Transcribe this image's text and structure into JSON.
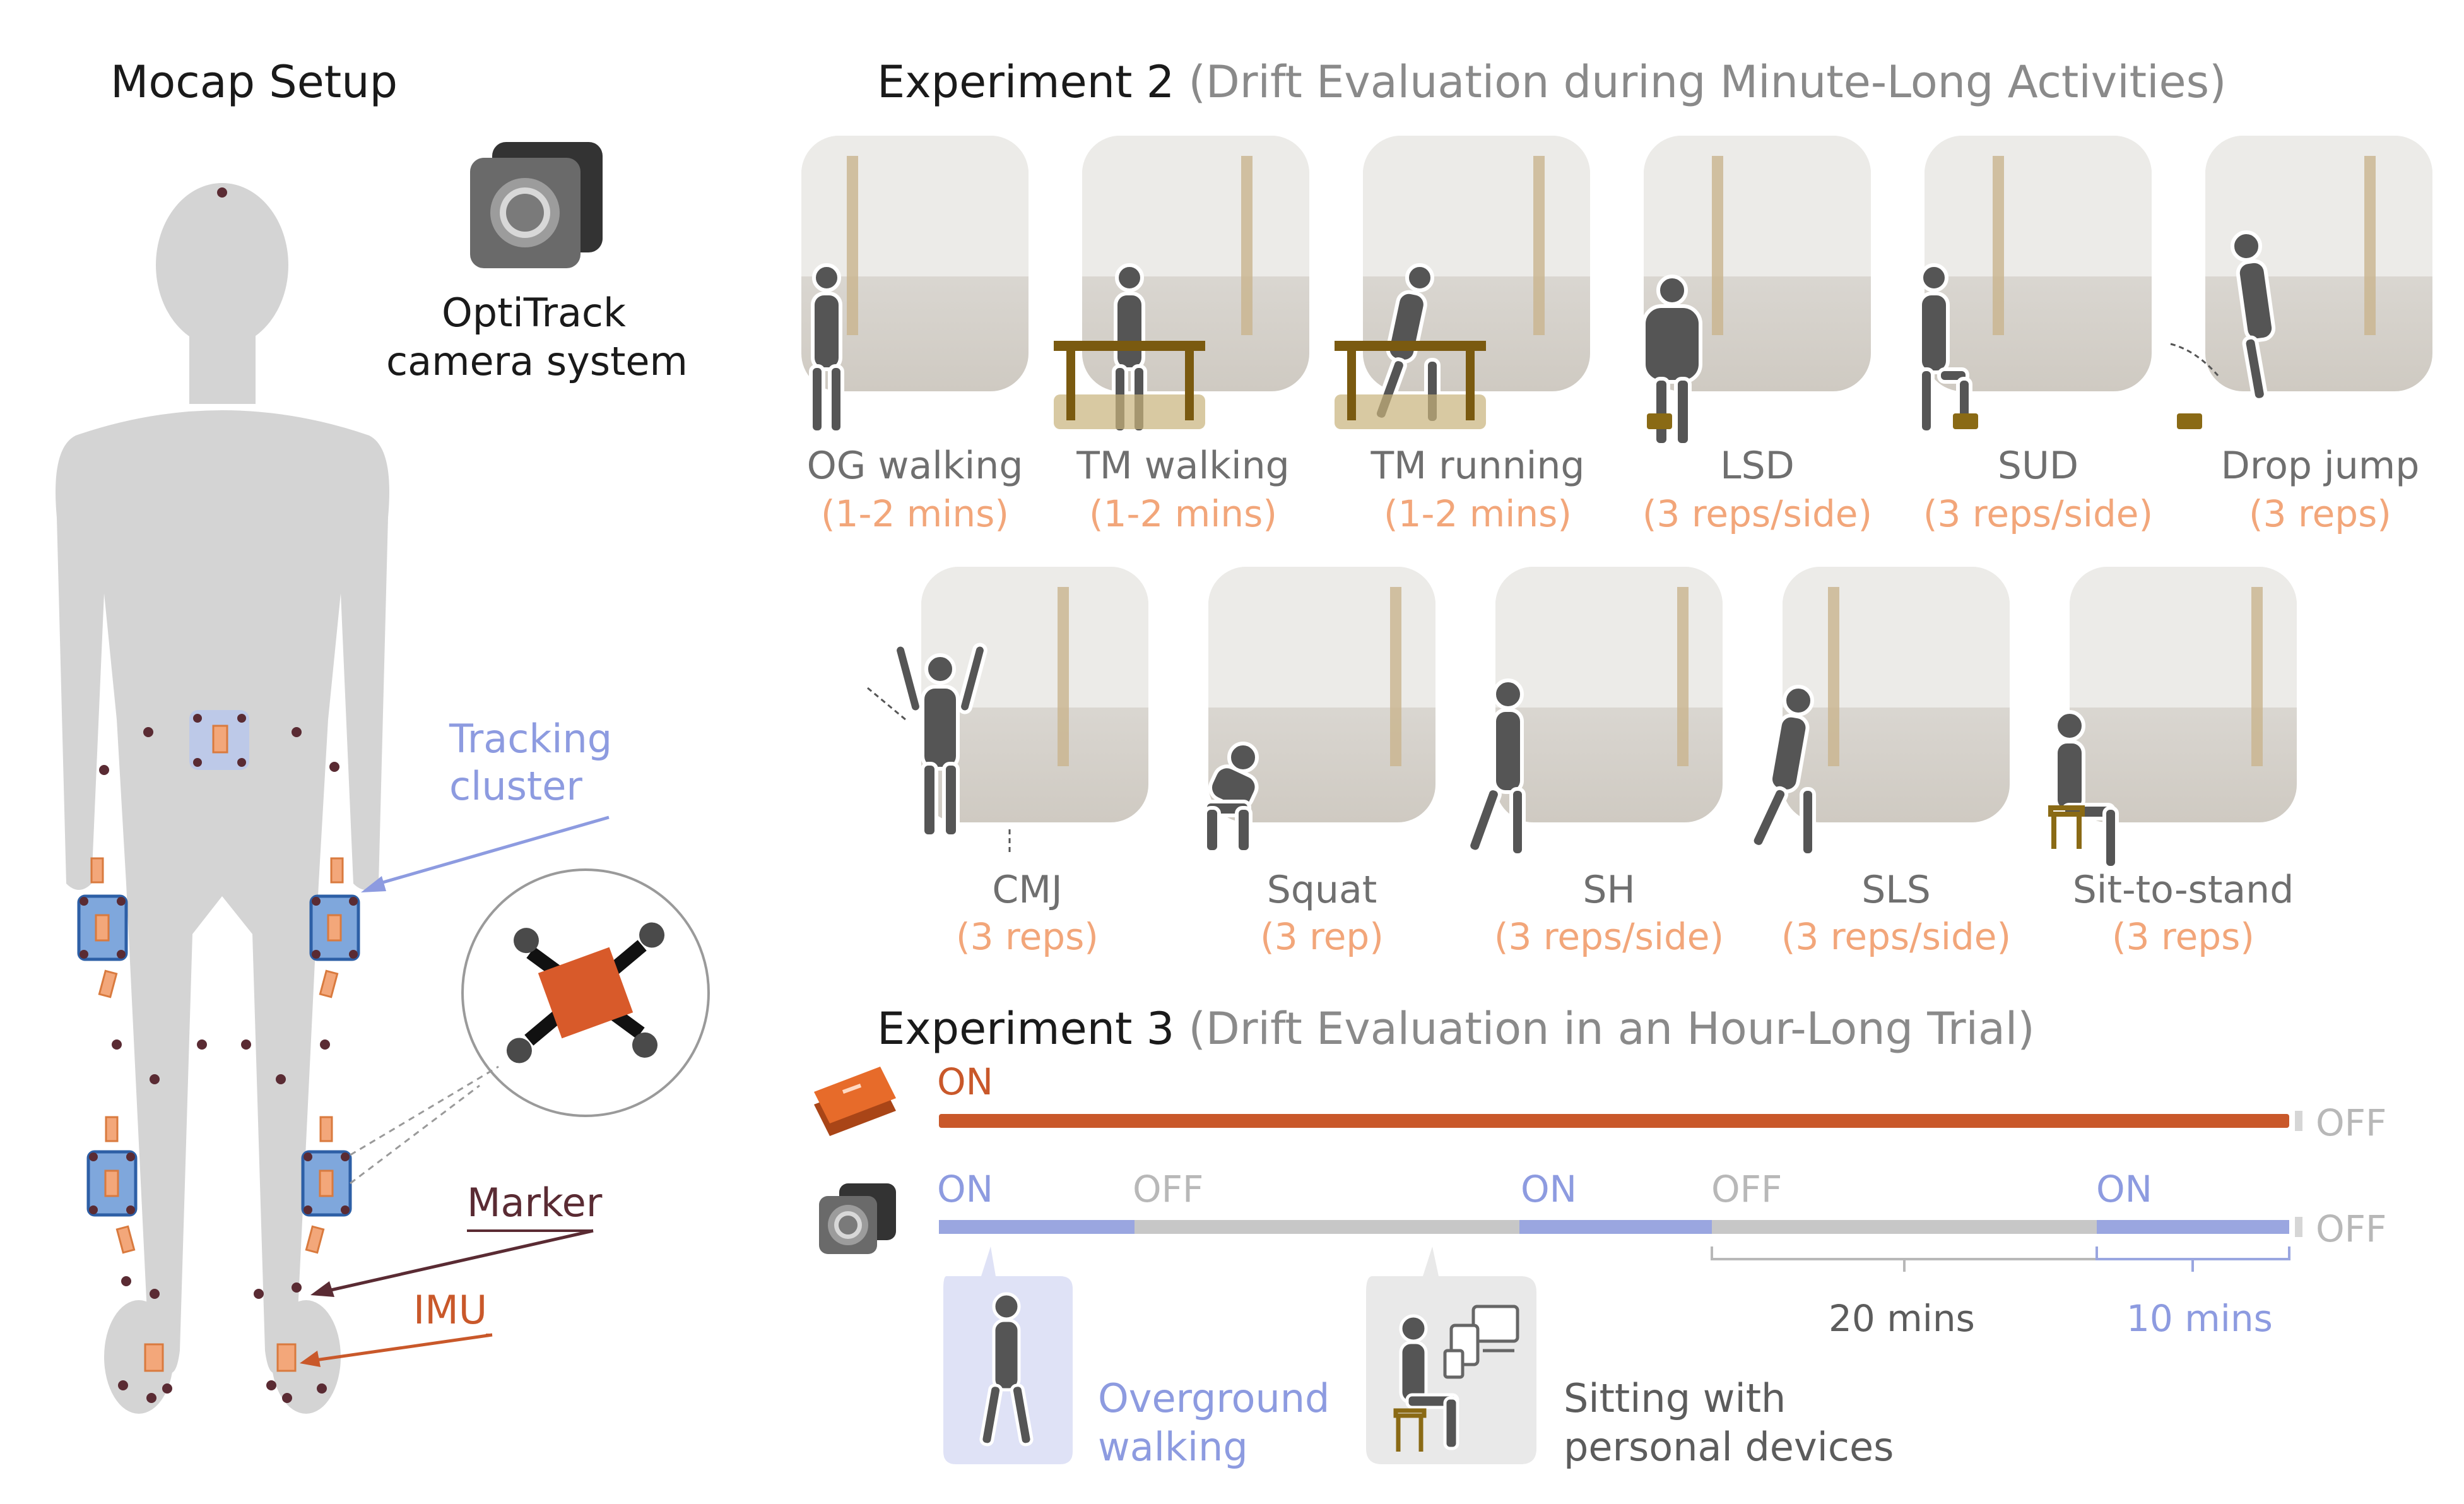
{
  "left_panel": {
    "title": "Mocap Setup",
    "camera_label_line1": "OptiTrack",
    "camera_label_line2": "camera system",
    "tracking_label_line1": "Tracking",
    "tracking_label_line2": "cluster",
    "marker_label": "Marker",
    "imu_label": "IMU"
  },
  "experiment2": {
    "title": "Experiment 2",
    "subtitle": "(Drift Evaluation during Minute-Long Activities)",
    "activities": [
      {
        "name": "OG walking",
        "duration": "(1-2 mins)"
      },
      {
        "name": "TM walking",
        "duration": "(1-2 mins)"
      },
      {
        "name": "TM running",
        "duration": "(1-2 mins)"
      },
      {
        "name": "LSD",
        "duration": "(3 reps/side)"
      },
      {
        "name": "SUD",
        "duration": "(3 reps/side)"
      },
      {
        "name": "Drop jump",
        "duration": "(3 reps)"
      },
      {
        "name": "CMJ",
        "duration": "(3 reps)"
      },
      {
        "name": "Squat",
        "duration": "(3 rep)"
      },
      {
        "name": "SH",
        "duration": "(3 reps/side)"
      },
      {
        "name": "SLS",
        "duration": "(3 reps/side)"
      },
      {
        "name": "Sit-to-stand",
        "duration": "(3 reps)"
      }
    ]
  },
  "experiment3": {
    "title": "Experiment 3",
    "subtitle": "(Drift Evaluation in an Hour-Long Trial)",
    "imu_on": "ON",
    "imu_off": "OFF",
    "camera_states": [
      "ON",
      "OFF",
      "ON",
      "OFF",
      "ON"
    ],
    "camera_end": "OFF",
    "span_20": "20 mins",
    "span_10": "10 mins",
    "overground_line1": "Overground",
    "overground_line2": "walking",
    "sitting_line1": "Sitting with",
    "sitting_line2": "personal devices"
  },
  "colors": {
    "imu": "#c9582a",
    "camera_on": "#9aa6e0",
    "camera_off": "#c7c7c7",
    "tracking": "#8d9be0",
    "marker": "#5a2b33",
    "duration": "#f2a67a"
  },
  "icons": [
    "camera-icon",
    "imu-device-icon",
    "walking-person-icon",
    "sitting-person-icon",
    "devices-icon"
  ]
}
